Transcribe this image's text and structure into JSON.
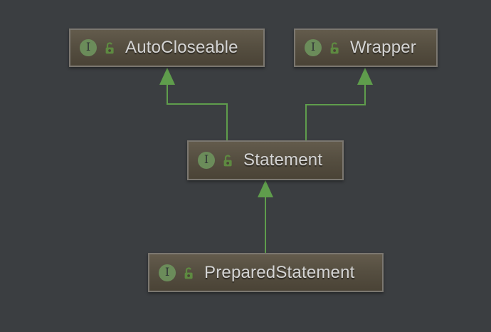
{
  "diagram": {
    "type": "uml_class_diagram",
    "nodes": [
      {
        "id": "autocloseable",
        "label": "AutoCloseable",
        "kind": "interface",
        "visibility": "public"
      },
      {
        "id": "wrapper",
        "label": "Wrapper",
        "kind": "interface",
        "visibility": "public"
      },
      {
        "id": "statement",
        "label": "Statement",
        "kind": "interface",
        "visibility": "public"
      },
      {
        "id": "preparedstatement",
        "label": "PreparedStatement",
        "kind": "interface",
        "visibility": "public"
      }
    ],
    "edges": [
      {
        "from": "Statement",
        "to": "AutoCloseable",
        "relation": "extends",
        "style": "solid-green-arrow"
      },
      {
        "from": "Statement",
        "to": "Wrapper",
        "relation": "extends",
        "style": "solid-green-arrow"
      },
      {
        "from": "PreparedStatement",
        "to": "Statement",
        "relation": "extends",
        "style": "solid-green-arrow"
      }
    ],
    "icons": {
      "interface_icon_letter": "I",
      "visibility_icon": "open-padlock"
    },
    "colors": {
      "background": "#3B3E41",
      "node_fill_top": "#635B4C",
      "node_fill_bottom": "#4A4336",
      "node_border": "#7B7770",
      "edge": "#5F9D4C",
      "interface_badge": "#6B8C5A",
      "lock_icon": "#5E8A41",
      "label_text": "#D4D4D4"
    }
  }
}
